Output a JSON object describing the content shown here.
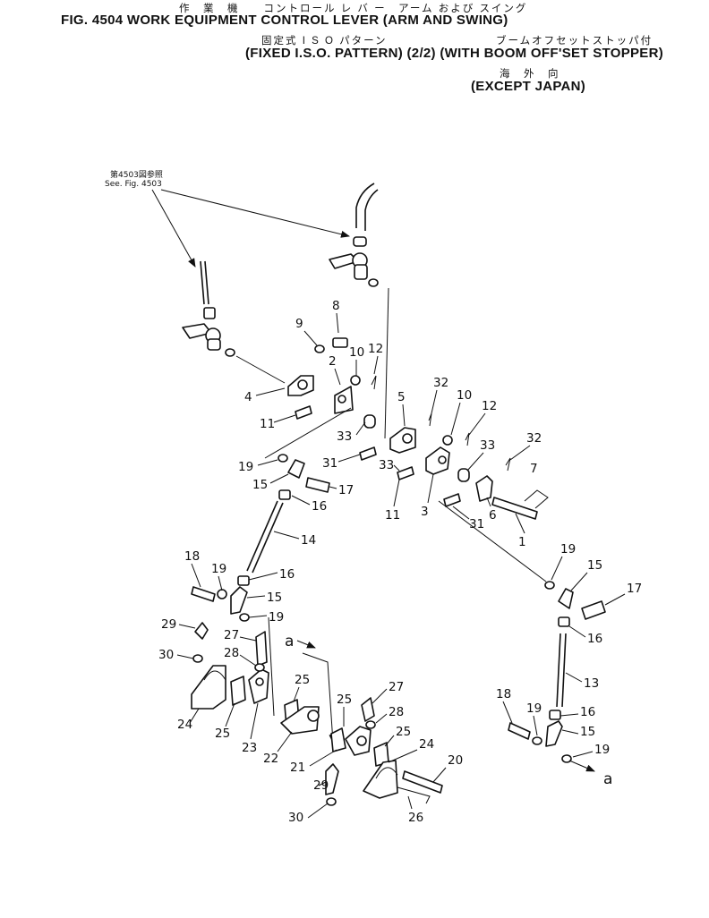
{
  "header": {
    "line1_jp": "作　業　機　　コントロール レ バ ー　アーム および スイング",
    "line2": "FIG. 4504  WORK EQUIPMENT CONTROL LEVER (ARM AND SWING)",
    "line3_jp_left": "固定式 I S O パターン",
    "line3_jp_right": "ブームオフセットストッパ付",
    "line4": "(FIXED I.S.O. PATTERN) (2/2) (WITH BOOM OFF'SET STOPPER)",
    "line5_jp": "海　外　向",
    "line6": "(EXCEPT JAPAN)"
  },
  "reference": {
    "jp": "第4503図参照",
    "en": "See. Fig. 4503"
  },
  "flow_marker": "a",
  "part_numbers": [
    "1",
    "2",
    "3",
    "4",
    "5",
    "6",
    "7",
    "8",
    "9",
    "10",
    "11",
    "12",
    "13",
    "14",
    "15",
    "16",
    "17",
    "18",
    "19",
    "20",
    "21",
    "22",
    "23",
    "24",
    "25",
    "26",
    "27",
    "28",
    "29",
    "30",
    "31",
    "32",
    "33"
  ]
}
